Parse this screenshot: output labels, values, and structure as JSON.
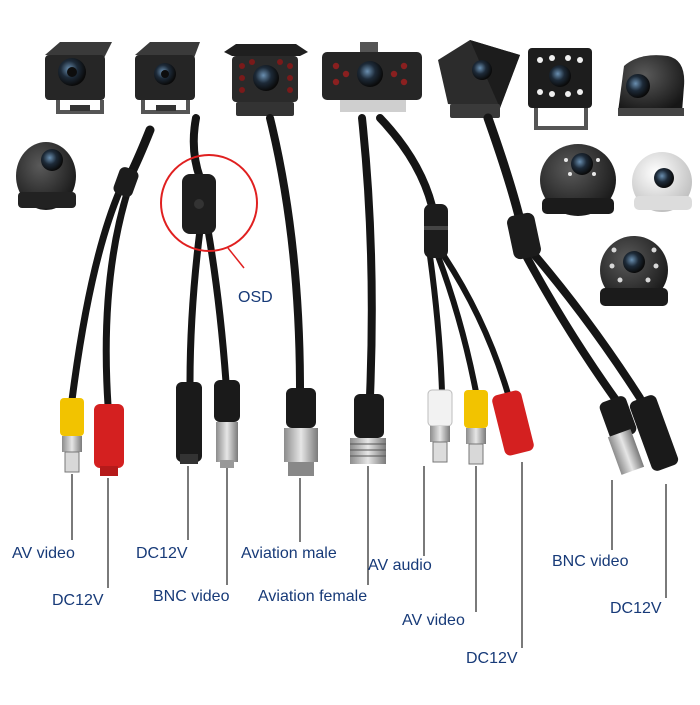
{
  "annotations": {
    "osd": "OSD"
  },
  "labels": {
    "av_video_1": "AV video",
    "dc12v_1": "DC12V",
    "dc12v_2": "DC12V",
    "bnc_video_1": "BNC video",
    "aviation_male": "Aviation male",
    "aviation_female": "Aviation female",
    "av_audio": "AV audio",
    "av_video_2": "AV video",
    "dc12v_3": "DC12V",
    "bnc_video_2": "BNC video",
    "dc12v_4": "DC12V"
  },
  "colors": {
    "label_text": "#173a78",
    "leader_line": "#333333",
    "osd_circle": "#e02020",
    "cable": "#151515",
    "rca_yellow": "#f2c300",
    "dc_red": "#d42020",
    "rca_white": "#f2f2f2",
    "metal": "#b9b9b9",
    "camera_body": "#2b2b2b"
  }
}
